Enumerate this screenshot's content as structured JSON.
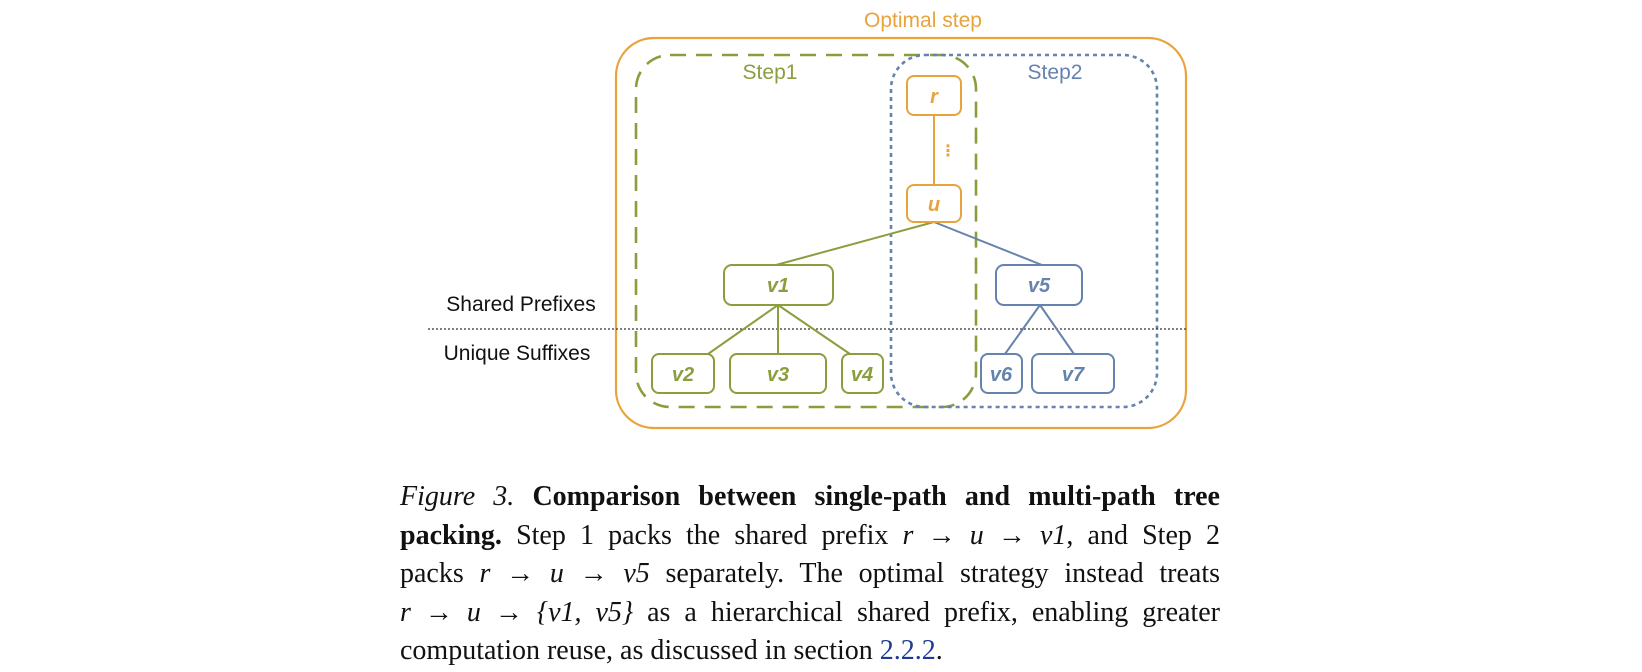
{
  "diagram": {
    "optimal_label": "Optimal step",
    "step1_label": "Step1",
    "step2_label": "Step2",
    "shared_label": "Shared Prefixes",
    "unique_label": "Unique Suffixes",
    "ellipsis": "⋮",
    "nodes": {
      "r": "r",
      "u": "u",
      "v1": "v1",
      "v2": "v2",
      "v3": "v3",
      "v4": "v4",
      "v5": "v5",
      "v6": "v6",
      "v7": "v7"
    },
    "colors": {
      "orange": "#E8A33C",
      "green": "#8A9E3E",
      "blue": "#6583AE"
    }
  },
  "caption": {
    "figure_label": "Figure 3.",
    "title_part1": "Comparison between single-path and multi-path tree",
    "title_part2": "packing.",
    "line2_a": "Step 1 packs the shared prefix ",
    "expr1": "r → u → v1",
    "line2_b": ", and Step 2",
    "line3_a": "packs ",
    "expr2": "r → u → v5",
    "line3_b": " separately. The optimal strategy instead treats",
    "expr3": "r → u → {v1, v5}",
    "line4_b": " as a hierarchical shared prefix, enabling greater",
    "line5_a": "computation reuse, as discussed in section ",
    "section_ref": "2.2.2",
    "line5_b": "."
  }
}
